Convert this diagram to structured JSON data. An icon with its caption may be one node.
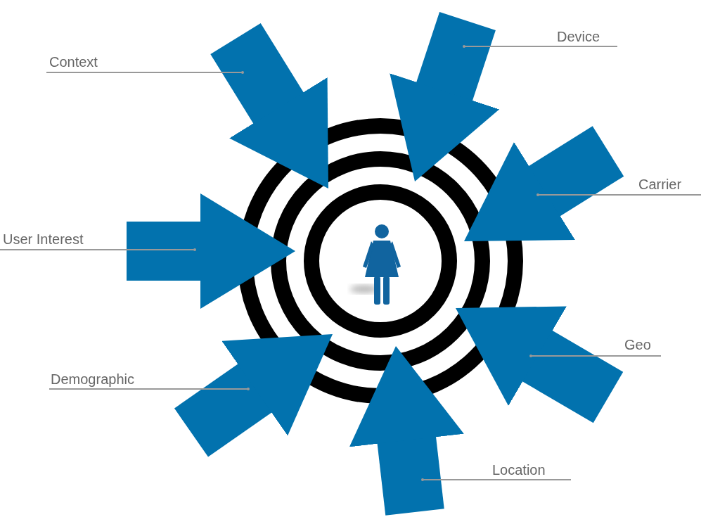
{
  "diagram": {
    "nodes": [
      {
        "text": [],
        "shape": "circle"
      },
      {
        "text": [],
        "shape": "person",
        "in": 0
      },
      {
        "text": [
          "Context"
        ]
      },
      {
        "text": [
          "Device"
        ]
      },
      {
        "text": [
          "Carrier"
        ]
      },
      {
        "text": [
          "User Interest"
        ]
      },
      {
        "text": [
          "Geo"
        ]
      },
      {
        "text": [
          "Demographic"
        ]
      },
      {
        "text": [
          "Location"
        ]
      }
    ],
    "edges": [
      {
        "from": 2,
        "to": null,
        "arrow": "other"
      },
      {
        "from": 3,
        "to": null,
        "arrow": "other"
      },
      {
        "from": 4,
        "to": null,
        "arrow": "other"
      },
      {
        "from": 5,
        "to": null,
        "arrow": "other"
      },
      {
        "from": 6,
        "to": null,
        "arrow": "other"
      },
      {
        "from": 7,
        "to": null,
        "arrow": "other"
      },
      {
        "from": 8,
        "to": null,
        "arrow": "other"
      },
      {
        "from": null,
        "to": 0,
        "arrow": "to",
        "style": "thick",
        "color": "#0272ae"
      },
      {
        "from": null,
        "to": 0,
        "arrow": "to",
        "style": "thick",
        "color": "#0272ae"
      },
      {
        "from": null,
        "to": 0,
        "arrow": "to",
        "style": "thick",
        "color": "#0272ae"
      },
      {
        "from": null,
        "to": 0,
        "arrow": "to",
        "style": "thick",
        "color": "#0272ae"
      },
      {
        "from": null,
        "to": 0,
        "arrow": "to",
        "style": "thick",
        "color": "#0272ae"
      },
      {
        "from": null,
        "to": 0,
        "arrow": "to",
        "style": "thick",
        "color": "#0272ae"
      },
      {
        "from": null,
        "to": 0,
        "arrow": "to",
        "style": "thick",
        "color": "#0272ae"
      }
    ]
  }
}
